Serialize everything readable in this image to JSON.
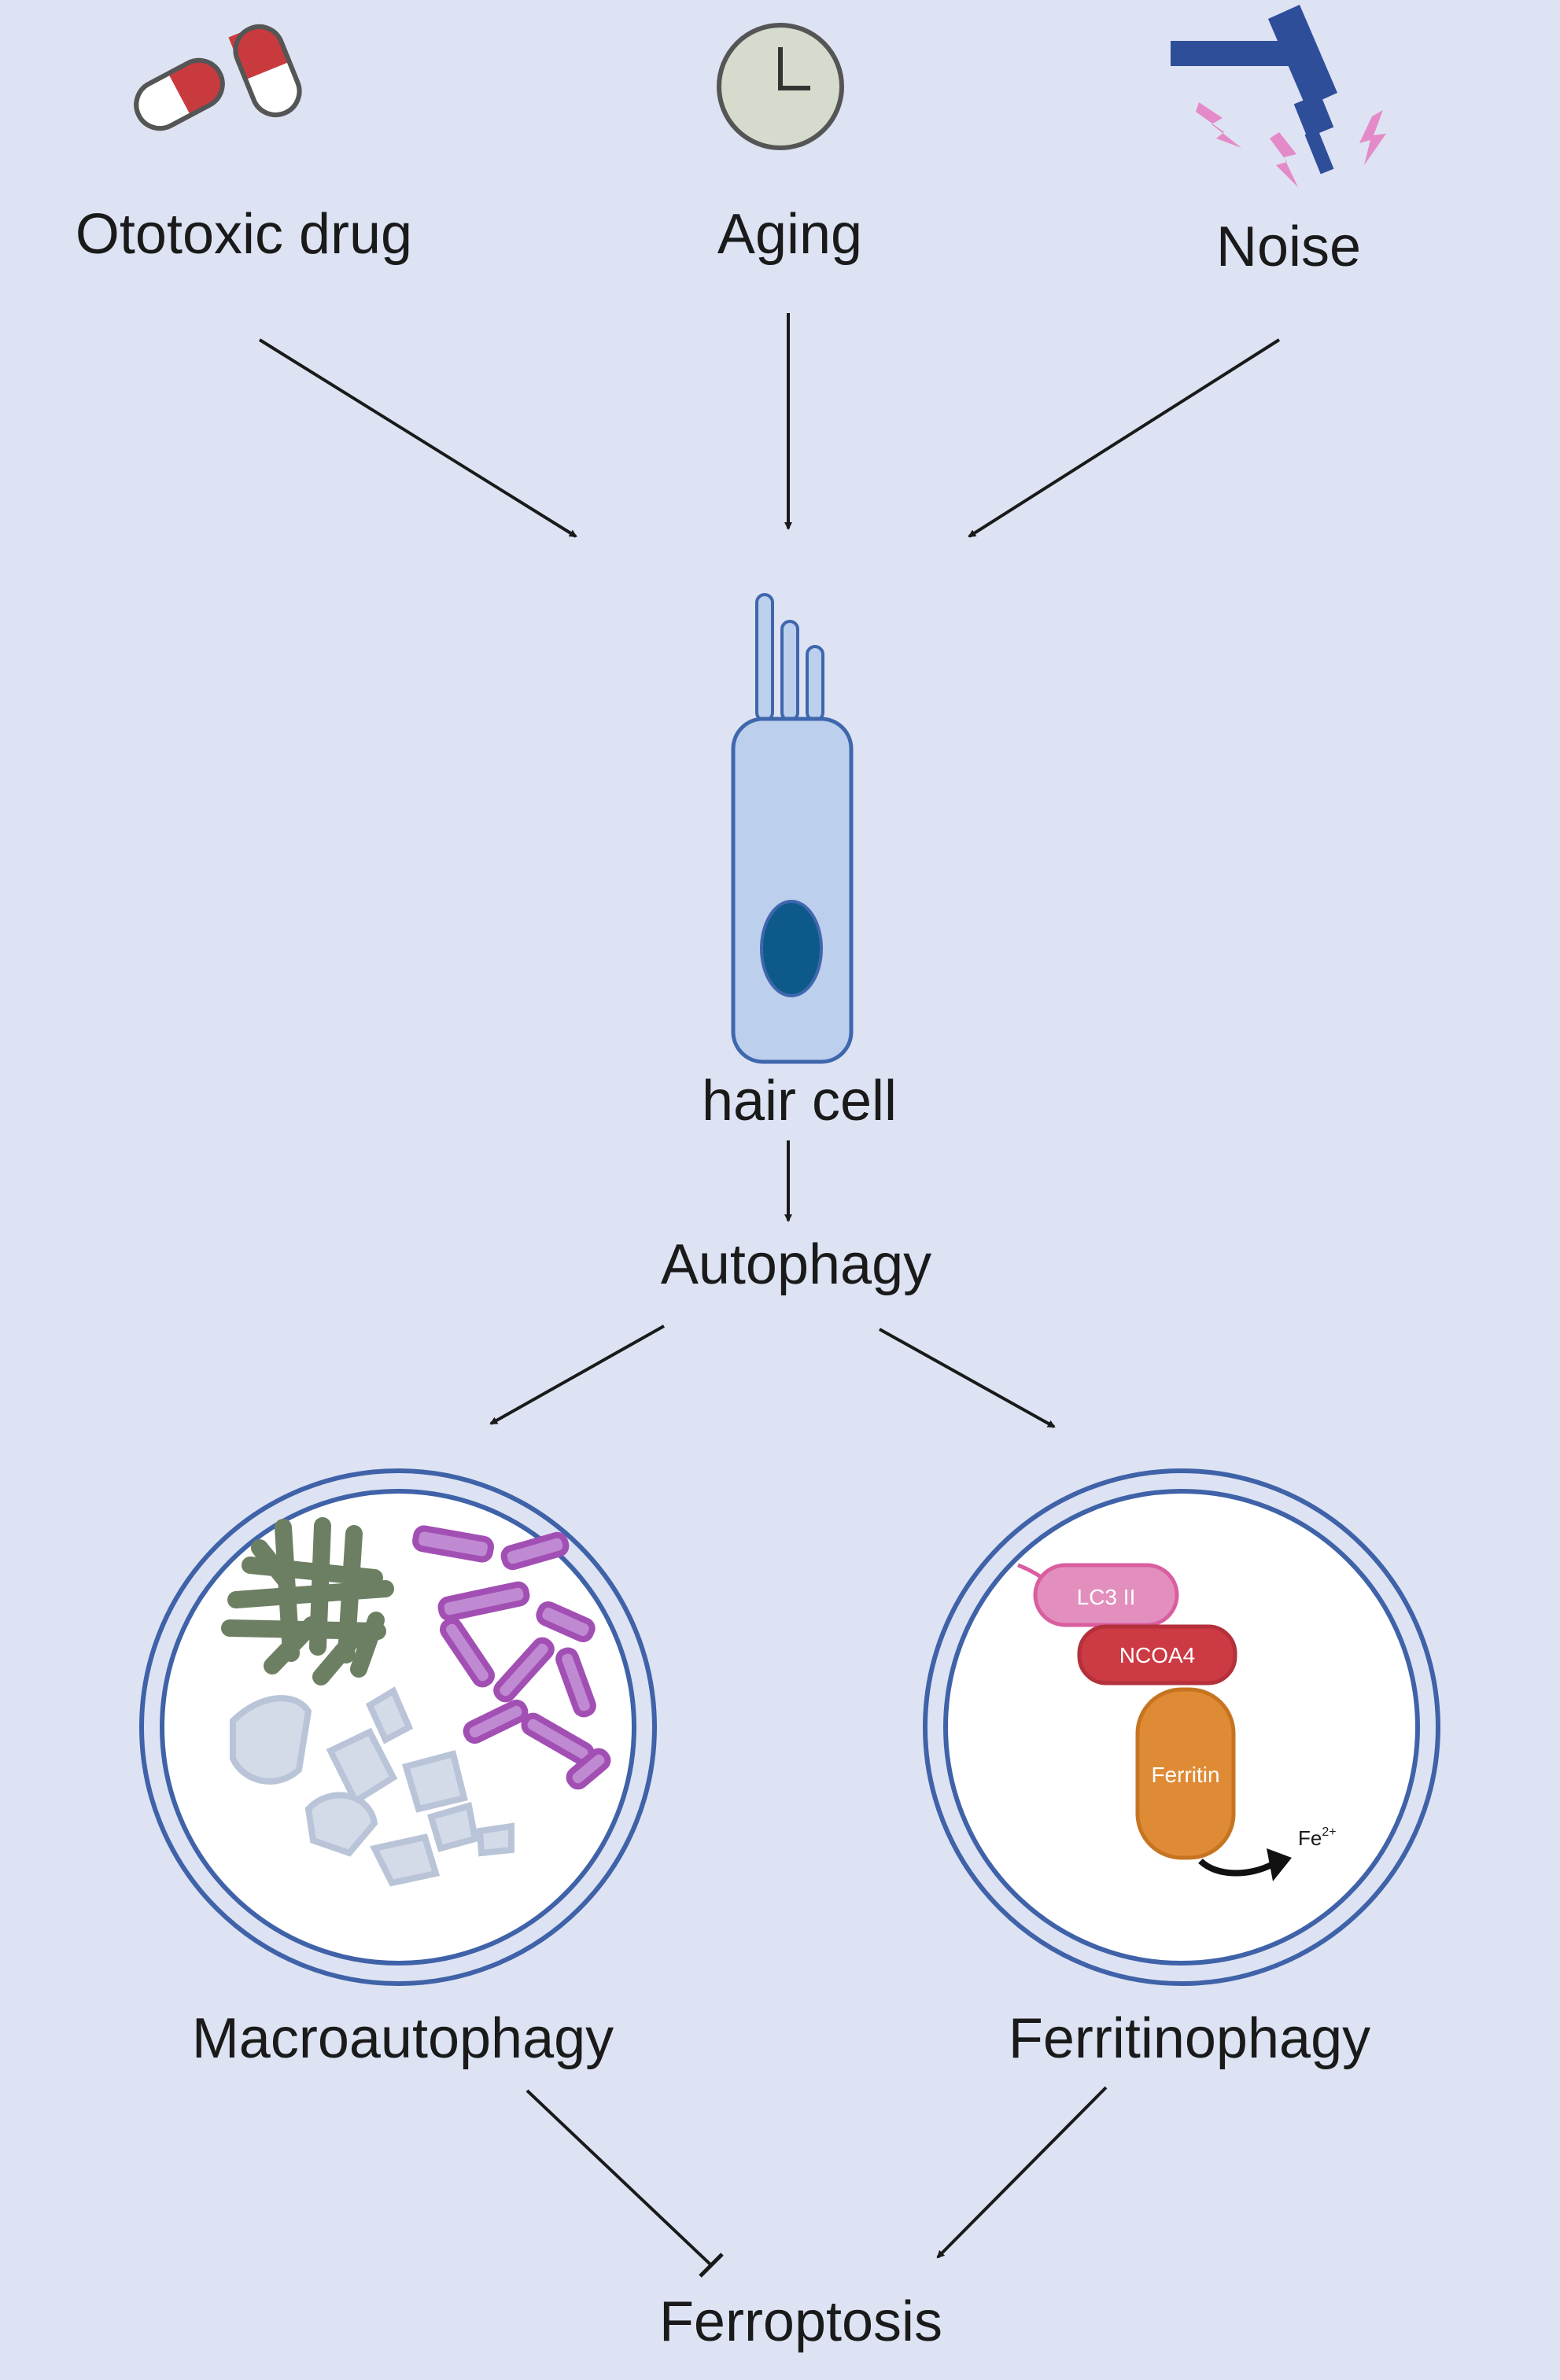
{
  "causes": {
    "drug": "Ototoxic drug",
    "aging": "Aging",
    "noise": "Noise"
  },
  "cell": {
    "label": "hair cell"
  },
  "process": {
    "autophagy": "Autophagy",
    "macroautophagy": "Macroautophagy",
    "ferritinophagy": "Ferritinophagy",
    "ferroptosis": "Ferroptosis"
  },
  "ferritinophagy_detail": {
    "lc3": "LC3 II",
    "ncoa4": "NCOA4",
    "ferritin": "Ferritin",
    "iron_base": "Fe",
    "iron_charge": "2+"
  },
  "colors": {
    "background": "#dde3f3",
    "arrow": "#1a1a1a",
    "pill_red": "#c93a3f",
    "clock_face": "#d5dccd",
    "drill_blue": "#2f4e9a",
    "spark_pink": "#e58ac8",
    "cell_fill": "#bccfec",
    "cell_outline": "#3f67ad",
    "nucleus": "#0d5a8a",
    "vesicle_ring": "#3f62a8",
    "lc3_pink": "#d95ea0",
    "ncoa4_red": "#cc3a43",
    "ferritin_orange": "#df8b35",
    "mito_green": "#6d7f62",
    "er_purple": "#a24fb4",
    "debris_grey": "#b9c4d8"
  },
  "icons": [
    "pill-capsule-icon",
    "clock-icon",
    "noise-drill-icon",
    "lightning-spark-icon"
  ]
}
